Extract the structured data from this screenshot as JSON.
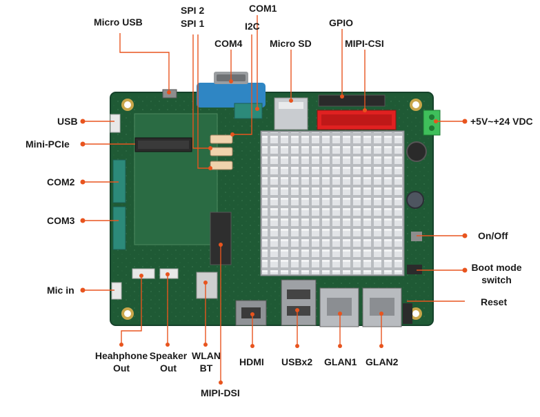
{
  "accent_color": "#e8541e",
  "board_color": "#1f5a35",
  "labels": {
    "micro_usb": "Micro USB",
    "spi2": "SPI 2",
    "spi1": "SPI 1",
    "com1": "COM1",
    "i2c": "I2C",
    "com4": "COM4",
    "micro_sd": "Micro SD",
    "gpio": "GPIO",
    "mipi_csi": "MIPI-CSI",
    "usb": "USB",
    "power": "+5V~+24 VDC",
    "mini_pcie": "Mini-PCIe",
    "com2": "COM2",
    "com3": "COM3",
    "on_off": "On/Off",
    "boot_mode_1": "Boot mode",
    "boot_mode_2": "switch",
    "mic_in": "Mic in",
    "reset": "Reset",
    "headphone_1": "Heahphone",
    "headphone_2": "Out",
    "speaker_1": "Speaker",
    "speaker_2": "Out",
    "wlan_1": "WLAN",
    "wlan_2": "BT",
    "hdmi": "HDMI",
    "usbx2": "USBx2",
    "glan1": "GLAN1",
    "glan2": "GLAN2",
    "mipi_dsi": "MIPI-DSI"
  }
}
